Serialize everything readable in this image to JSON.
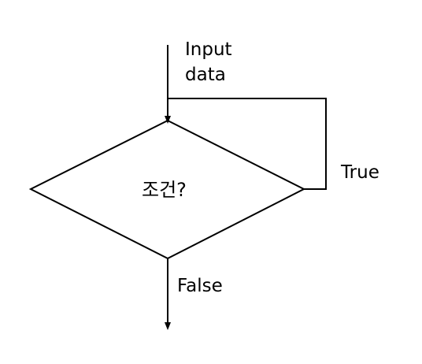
{
  "flowchart": {
    "input_label_line1": "Input",
    "input_label_line2": "data",
    "condition_text": "조건?",
    "true_label": "True",
    "false_label": "False",
    "stroke_color": "#000000",
    "background_color": "#ffffff"
  }
}
